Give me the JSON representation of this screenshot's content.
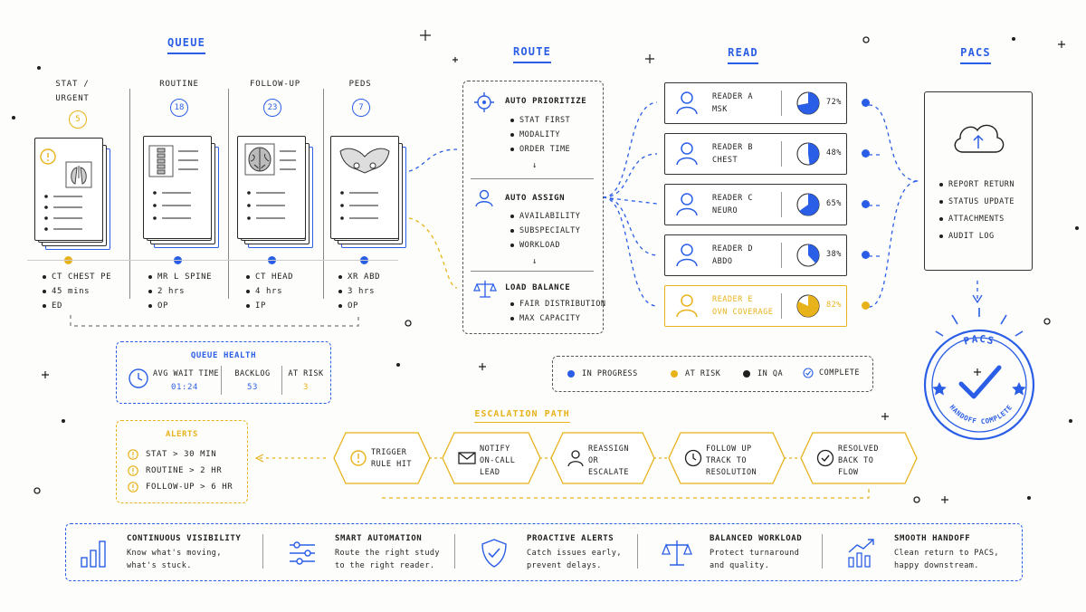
{
  "headers": {
    "queue": "QUEUE",
    "route": "ROUTE",
    "read": "READ",
    "pacs": "PACS"
  },
  "queue": {
    "columns": [
      {
        "title_line1": "STAT /",
        "title_line2": "URGENT",
        "count": "5",
        "count_color": "#e8b21a",
        "items": [
          "CT CHEST PE",
          "45 mins",
          "ED"
        ],
        "dot_color": "#e8b21a"
      },
      {
        "title_line1": "ROUTINE",
        "title_line2": "",
        "count": "18",
        "count_color": "#2a5ee6",
        "items": [
          "MR L SPINE",
          "2 hrs",
          "OP"
        ],
        "dot_color": "#2a5ee6"
      },
      {
        "title_line1": "FOLLOW-UP",
        "title_line2": "",
        "count": "23",
        "count_color": "#2a5ee6",
        "items": [
          "CT HEAD",
          "4 hrs",
          "IP"
        ],
        "dot_color": "#2a5ee6"
      },
      {
        "title_line1": "PEDS",
        "title_line2": "",
        "count": "7",
        "count_color": "#2a5ee6",
        "items": [
          "XR ABD",
          "3 hrs",
          "OP"
        ],
        "dot_color": "#2a5ee6"
      }
    ]
  },
  "queue_health": {
    "title": "QUEUE HEALTH",
    "metrics": [
      {
        "label": "AVG WAIT TIME",
        "value": "01:24",
        "color": "#2a5ee6"
      },
      {
        "label": "BACKLOG",
        "value": "53",
        "color": "#2a5ee6"
      },
      {
        "label": "AT RISK",
        "value": "3",
        "color": "#e8b21a"
      }
    ]
  },
  "alerts": {
    "title": "ALERTS",
    "items": [
      "STAT > 30 MIN",
      "ROUTINE > 2 HR",
      "FOLLOW-UP > 6 HR"
    ]
  },
  "route": {
    "sections": [
      {
        "title": "AUTO PRIORITIZE",
        "icon": "target-icon",
        "items": [
          "STAT FIRST",
          "MODALITY",
          "ORDER TIME"
        ]
      },
      {
        "title": "AUTO ASSIGN",
        "icon": "user-icon",
        "items": [
          "AVAILABILITY",
          "SUBSPECIALTY",
          "WORKLOAD"
        ]
      },
      {
        "title": "LOAD BALANCE",
        "icon": "scale-icon",
        "items": [
          "FAIR DISTRIBUTION",
          "MAX CAPACITY"
        ]
      }
    ]
  },
  "read": {
    "readers": [
      {
        "name": "READER A",
        "specialty": "MSK",
        "percent": 72,
        "percent_label": "72%",
        "status": "in-progress",
        "color": "#2a5ee6"
      },
      {
        "name": "READER B",
        "specialty": "CHEST",
        "percent": 48,
        "percent_label": "48%",
        "status": "in-progress",
        "color": "#2a5ee6"
      },
      {
        "name": "READER C",
        "specialty": "NEURO",
        "percent": 65,
        "percent_label": "65%",
        "status": "in-progress",
        "color": "#2a5ee6"
      },
      {
        "name": "READER D",
        "specialty": "ABDO",
        "percent": 38,
        "percent_label": "38%",
        "status": "in-progress",
        "color": "#2a5ee6"
      },
      {
        "name": "READER E",
        "specialty": "OVN COVERAGE",
        "percent": 82,
        "percent_label": "82%",
        "status": "at-risk",
        "color": "#e8b21a"
      }
    ]
  },
  "legend": [
    {
      "label": "IN PROGRESS",
      "color": "#2a5ee6",
      "kind": "dot"
    },
    {
      "label": "AT RISK",
      "color": "#e8b21a",
      "kind": "dot"
    },
    {
      "label": "IN QA",
      "color": "#1f1f1f",
      "kind": "dot"
    },
    {
      "label": "COMPLETE",
      "color": "#2a5ee6",
      "kind": "check"
    }
  ],
  "pacs": {
    "items": [
      "REPORT RETURN",
      "STATUS UPDATE",
      "ATTACHMENTS",
      "AUDIT LOG"
    ],
    "stamp_top": "PACS",
    "stamp_bottom": "HANDOFF COMPLETE"
  },
  "escalation": {
    "title": "ESCALATION PATH",
    "steps": [
      {
        "line1": "TRIGGER",
        "line2": "RULE HIT",
        "line3": "",
        "icon": "alert-icon",
        "color": "#e8b21a"
      },
      {
        "line1": "NOTIFY",
        "line2": "ON-CALL",
        "line3": "LEAD",
        "icon": "mail-icon",
        "color": "#e8b21a"
      },
      {
        "line1": "REASSIGN",
        "line2": "OR",
        "line3": "ESCALATE",
        "icon": "user-icon",
        "color": "#e8b21a"
      },
      {
        "line1": "FOLLOW UP",
        "line2": "TRACK TO",
        "line3": "RESOLUTION",
        "icon": "clock-icon",
        "color": "#e8b21a"
      },
      {
        "line1": "RESOLVED",
        "line2": "BACK TO",
        "line3": "FLOW",
        "icon": "check-icon",
        "color": "#e8b21a"
      }
    ]
  },
  "benefits": [
    {
      "title": "CONTINUOUS VISIBILITY",
      "line1": "Know what's moving,",
      "line2": "what's stuck.",
      "icon": "bar-chart-icon"
    },
    {
      "title": "SMART AUTOMATION",
      "line1": "Route the right study",
      "line2": "to the right reader.",
      "icon": "sliders-icon"
    },
    {
      "title": "PROACTIVE ALERTS",
      "line1": "Catch issues early,",
      "line2": "prevent delays.",
      "icon": "shield-icon"
    },
    {
      "title": "BALANCED WORKLOAD",
      "line1": "Protect turnaround",
      "line2": "and quality.",
      "icon": "scale-icon"
    },
    {
      "title": "SMOOTH HANDOFF",
      "line1": "Clean return to PACS,",
      "line2": "happy downstream.",
      "icon": "trend-up-icon"
    }
  ]
}
